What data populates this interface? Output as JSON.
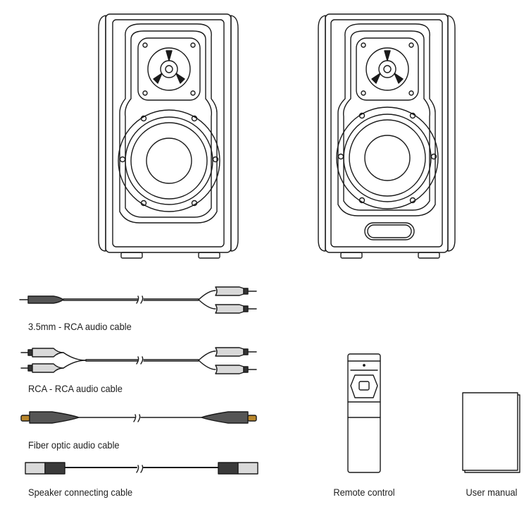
{
  "items": {
    "cable_35mm_rca": "3.5mm - RCA audio cable",
    "cable_rca_rca": "RCA - RCA audio cable",
    "cable_fiber": "Fiber optic audio cable",
    "cable_speaker": "Speaker connecting cable",
    "remote": "Remote control",
    "manual": "User manual"
  },
  "colors": {
    "line": "#1a1a1a",
    "plug_dark": "#555555",
    "plug_light": "#d9d9d9",
    "fiber_tip": "#b8862b",
    "background": "#ffffff"
  },
  "icons": [
    "speaker-left-icon",
    "speaker-right-icon",
    "remote-control-icon",
    "user-manual-icon"
  ]
}
